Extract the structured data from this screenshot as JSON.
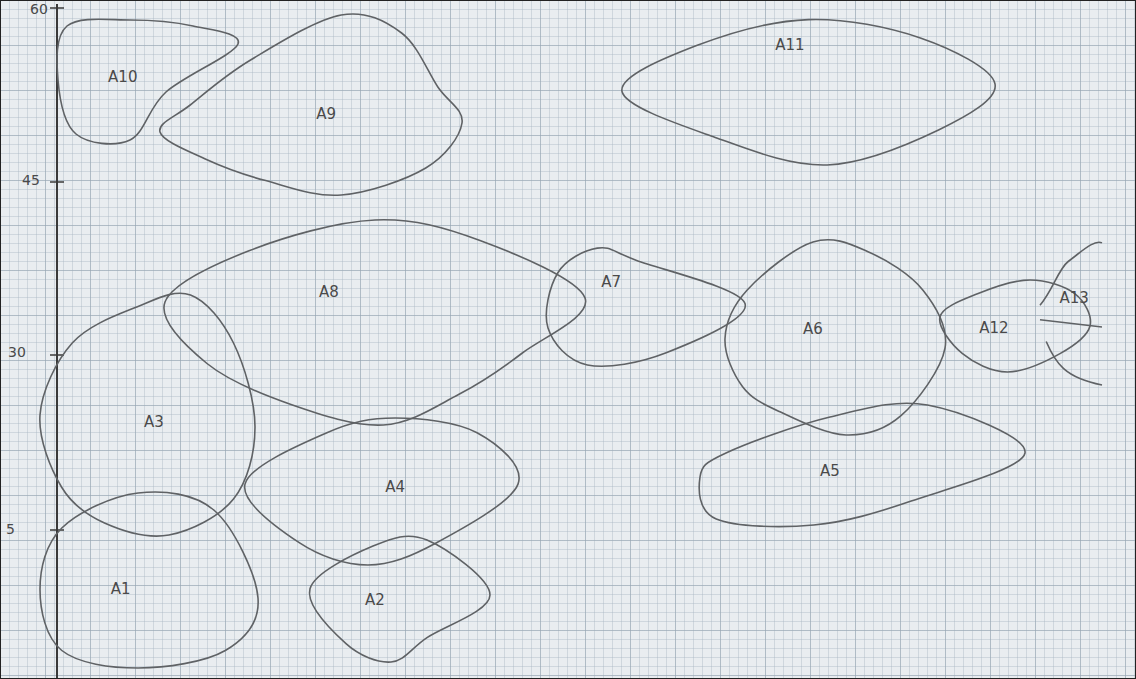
{
  "diagram": {
    "nodes": [
      {
        "text": [
          "A10"
        ]
      },
      {
        "text": [
          "A9"
        ]
      },
      {
        "text": [
          "A11"
        ]
      },
      {
        "text": [
          "A8"
        ]
      },
      {
        "text": [
          "A7"
        ]
      },
      {
        "text": [
          "A6"
        ]
      },
      {
        "text": [
          "A12"
        ]
      },
      {
        "text": [
          "A13"
        ]
      },
      {
        "text": [
          "A3"
        ]
      },
      {
        "text": [
          "A4"
        ]
      },
      {
        "text": [
          "A5"
        ]
      },
      {
        "text": [
          "A1"
        ]
      },
      {
        "text": [
          "A2"
        ]
      }
    ],
    "labels": [
      "60",
      "45",
      "30",
      "5"
    ]
  }
}
